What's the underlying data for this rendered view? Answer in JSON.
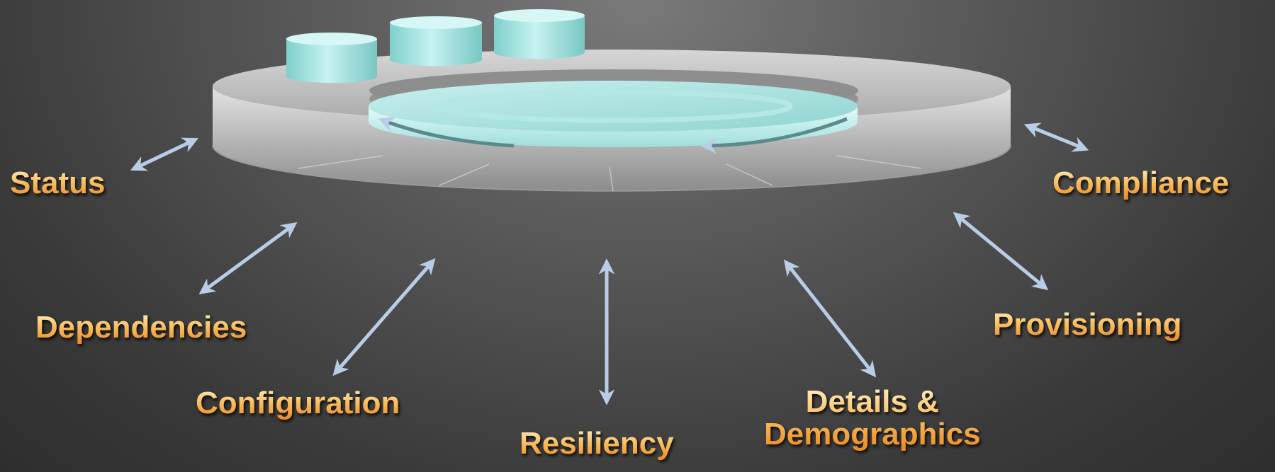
{
  "diagram": {
    "labels": {
      "status": "Status",
      "compliance": "Compliance",
      "dependencies": "Dependencies",
      "provisioning": "Provisioning",
      "configuration": "Configuration",
      "resiliency": "Resiliency",
      "details_line1": "Details &",
      "details_line2": "Demographics"
    },
    "colors": {
      "label_gradient_top": "#fff1c4",
      "label_gradient_bottom": "#ef8a1f",
      "arrow": "#b9cde6",
      "cylinder": "#a8e6e3",
      "platform": "#b8b8b8"
    },
    "icons": {
      "cylinders": "database-cylinder-icon",
      "ring": "cycle-ring-icon",
      "arrows": "double-headed-arrow-icon"
    }
  }
}
